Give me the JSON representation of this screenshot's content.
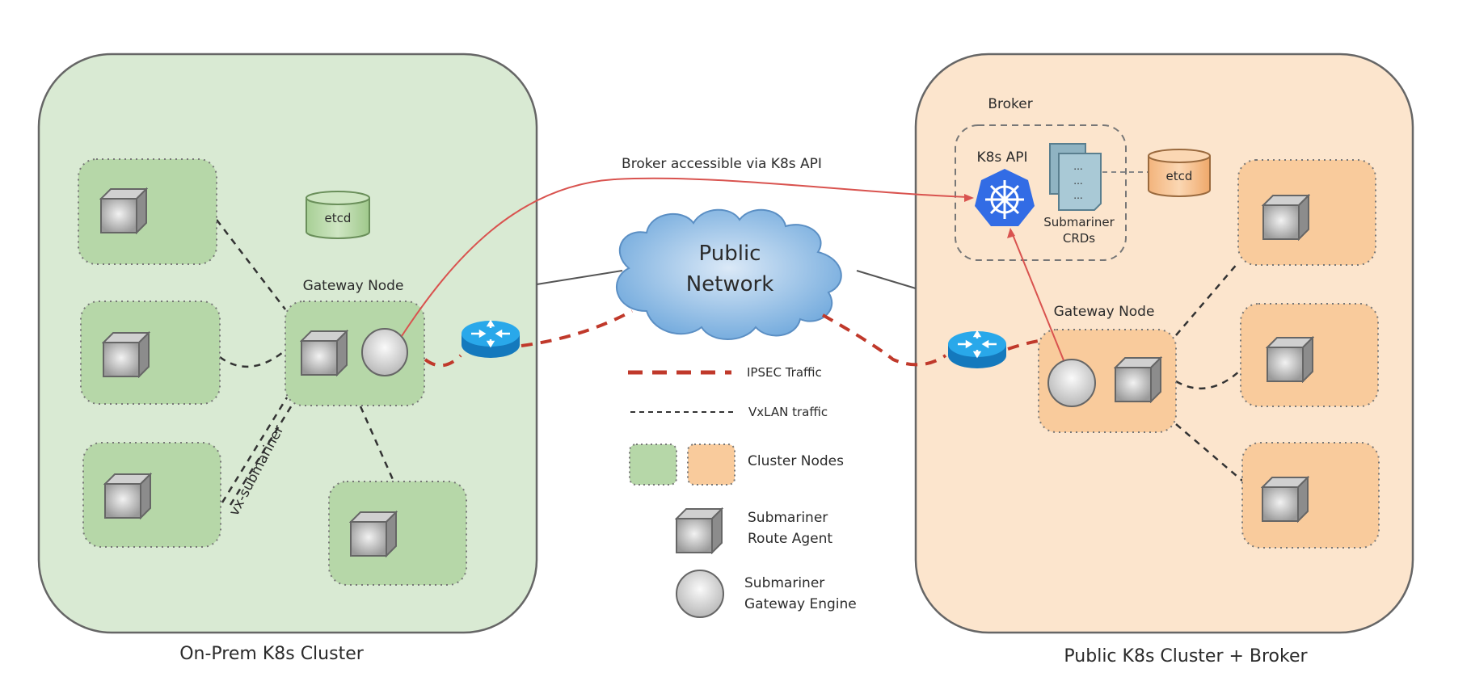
{
  "clusters": {
    "onprem": {
      "label": "On-Prem K8s Cluster",
      "gateway_label": "Gateway Node",
      "etcd_label": "etcd",
      "vxlan_interface_label": "vx-submariner"
    },
    "public": {
      "label": "Public K8s Cluster + Broker",
      "gateway_label": "Gateway Node",
      "etcd_label": "etcd",
      "broker": {
        "label": "Broker",
        "api_label": "K8s API",
        "crds_label_line1": "Submariner",
        "crds_label_line2": "CRDs",
        "crd_doc_text": "..."
      }
    }
  },
  "network": {
    "cloud_line1": "Public",
    "cloud_line2": "Network",
    "broker_link_label": "Broker accessible via K8s API"
  },
  "legend": {
    "ipsec": "IPSEC Traffic",
    "vxlan": "VxLAN traffic",
    "cluster_nodes": "Cluster Nodes",
    "route_agent_line1": "Submariner",
    "route_agent_line2": "Route Agent",
    "gateway_engine_line1": "Submariner",
    "gateway_engine_line2": "Gateway Engine"
  },
  "colors": {
    "onprem_bg": "#d9ead3",
    "onprem_node": "#b6d7a8",
    "public_bg": "#fce5cd",
    "public_node": "#f9cb9c",
    "ipsec": "#c0392b",
    "api_link": "#d9534f",
    "k8s_blue": "#326ce5",
    "router_blue": "#1e9be0",
    "cloud_blue": "#9fc5e8"
  }
}
